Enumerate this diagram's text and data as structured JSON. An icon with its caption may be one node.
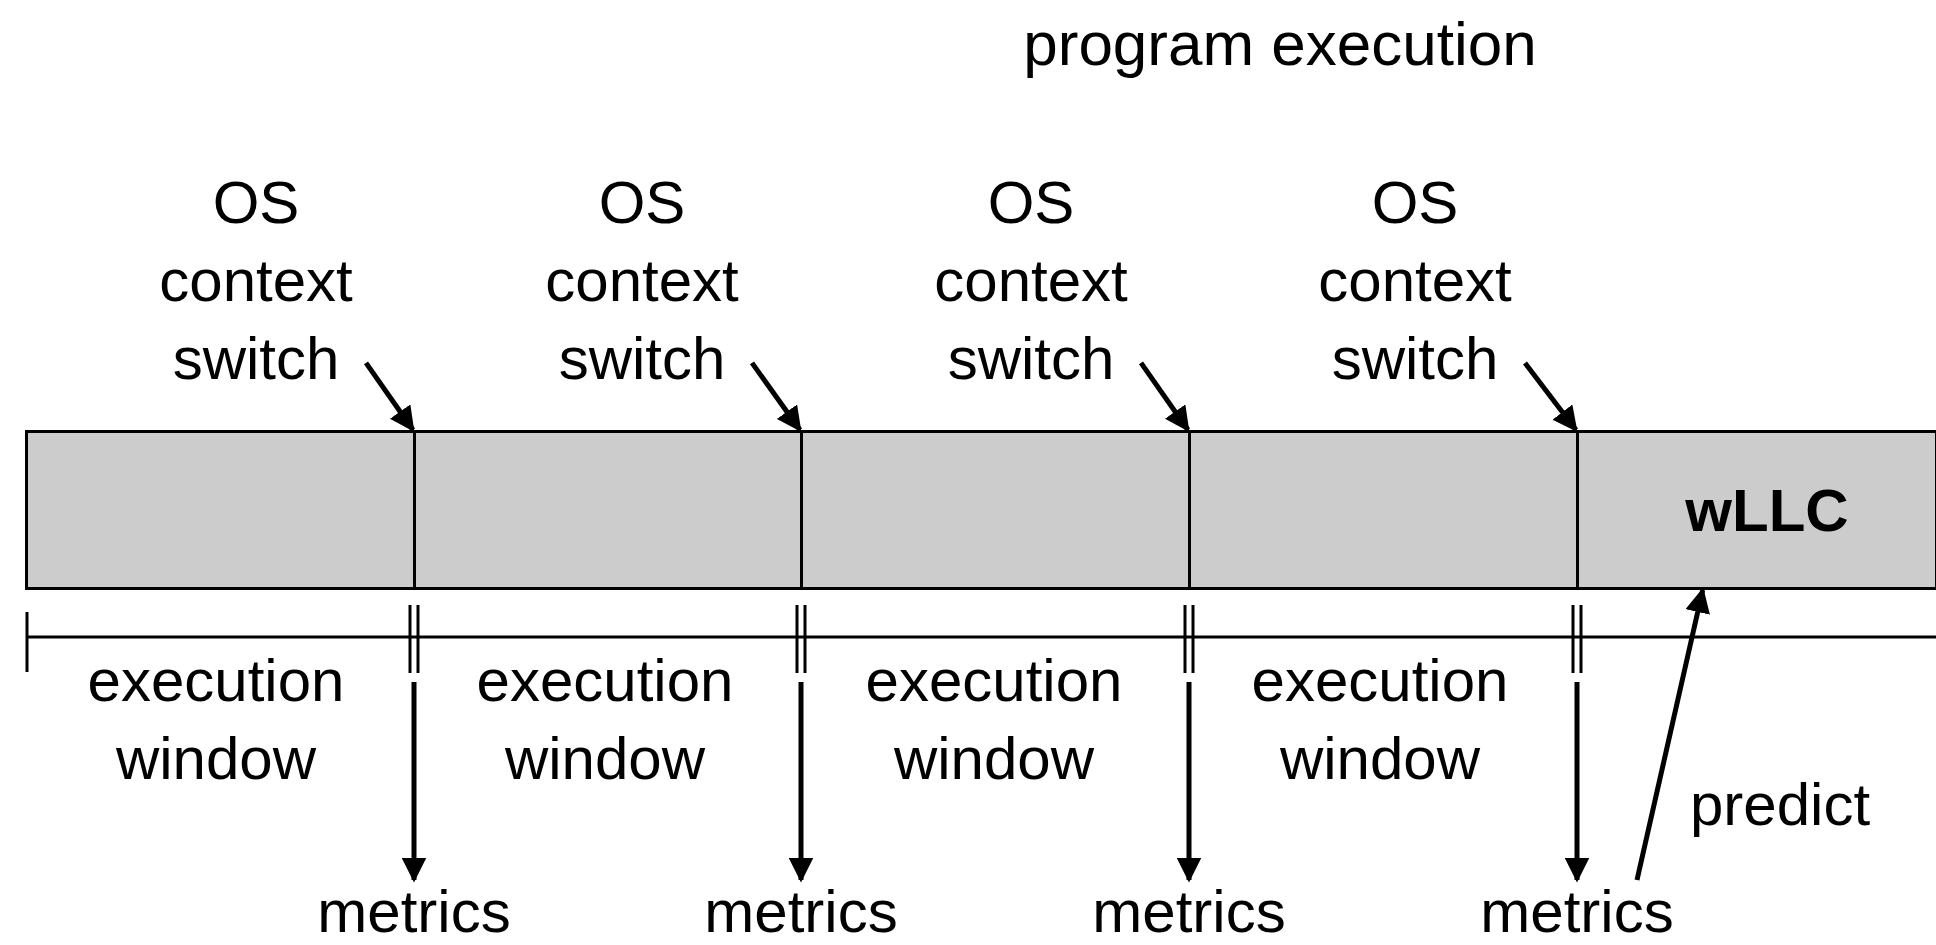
{
  "diagram": {
    "title": "program execution",
    "nodes": [
      {
        "text": [
          "OS context switch"
        ]
      },
      {
        "text": [
          "OS context switch"
        ]
      },
      {
        "text": [
          "OS context switch"
        ]
      },
      {
        "text": [
          "OS context switch"
        ]
      },
      {
        "text": [],
        "shape": "box"
      },
      {
        "text": [],
        "shape": "box"
      },
      {
        "text": [],
        "shape": "box"
      },
      {
        "text": [],
        "shape": "box"
      },
      {
        "text": [
          "wLLC"
        ]
      },
      {
        "text": [
          "metrics"
        ]
      },
      {
        "text": [
          "metrics"
        ]
      },
      {
        "text": [
          "metrics"
        ]
      },
      {
        "text": [
          "metrics"
        ]
      }
    ],
    "edges": [
      {
        "from": 0,
        "to": 5,
        "arrow": "to"
      },
      {
        "from": 1,
        "to": 6,
        "arrow": "to"
      },
      {
        "from": 2,
        "to": 7,
        "arrow": "to"
      },
      {
        "from": 3,
        "to": 8,
        "arrow": "to"
      },
      {
        "from": null,
        "to": 9,
        "arrow": "to"
      },
      {
        "from": null,
        "to": 10,
        "arrow": "to"
      },
      {
        "from": null,
        "to": 11,
        "arrow": "to"
      },
      {
        "from": null,
        "to": 12,
        "arrow": "to"
      },
      {
        "from": 12,
        "to": 8,
        "arrow": "to",
        "label": "predict"
      }
    ],
    "labels": [
      "execution window",
      "execution window",
      "execution window",
      "execution window"
    ]
  }
}
